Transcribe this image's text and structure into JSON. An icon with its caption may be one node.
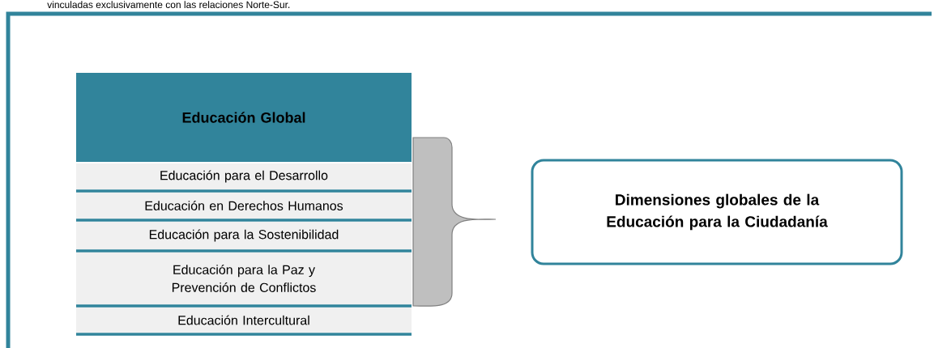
{
  "diagram": {
    "nodes": [
      {
        "text": [
          "Educación Global"
        ]
      },
      {
        "text": [
          "Educación para el Desarrollo"
        ]
      },
      {
        "text": [
          "Educación en Derechos Humanos"
        ]
      },
      {
        "text": [
          "Educación para la Sostenibilidad"
        ]
      },
      {
        "text": [
          "Educación para la Paz y Prevención de Conflictos"
        ]
      },
      {
        "text": [
          "Educación Intercultural"
        ]
      },
      {
        "text": [
          "Dimensiones globales de la Educación para la Ciudadanía"
        ]
      }
    ],
    "labels": [
      "vinculadas exclusivamente con las relaciones Norte-Sur."
    ]
  }
}
